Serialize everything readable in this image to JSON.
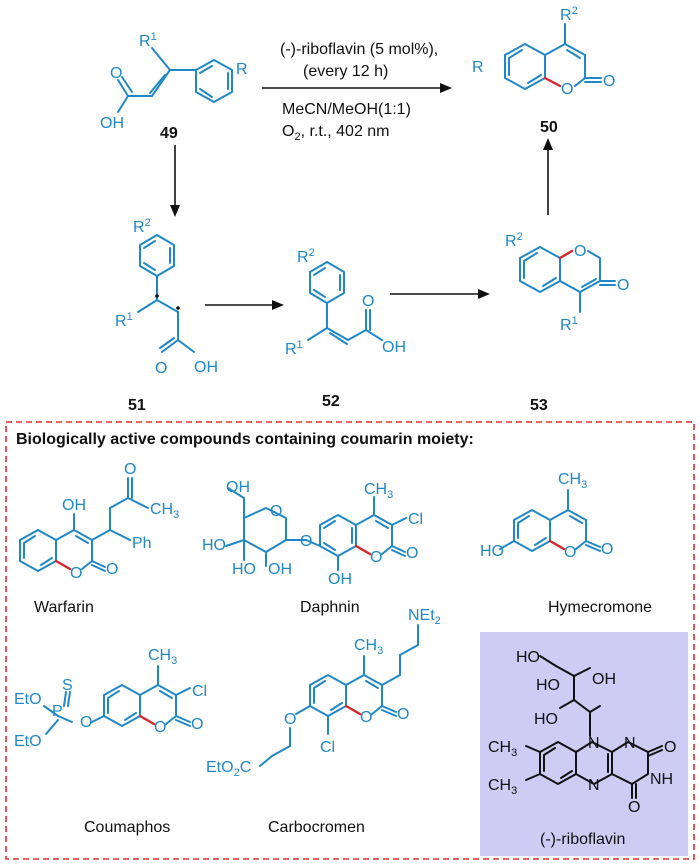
{
  "reaction": {
    "conditions_line1": "(-)-riboflavin (5 mol%),",
    "conditions_line2": "(every 12 h)",
    "conditions_line3": "MeCN/MeOH(1:1)",
    "conditions_line4_o": "O",
    "conditions_line4_sub": "2",
    "conditions_line4_rest": ", r.t., 402 nm"
  },
  "compounds": {
    "c49": "49",
    "c50": "50",
    "c51": "51",
    "c52": "52",
    "c53": "53"
  },
  "atoms": {
    "R": "R",
    "R1": "R",
    "R2": "R",
    "one": "1",
    "two": "2",
    "OH": "OH",
    "O": "O",
    "HO": "HO",
    "Ph": "Ph",
    "Cl": "Cl",
    "CH3": "CH",
    "three": "3",
    "S": "S",
    "P": "P",
    "EtO": "EtO",
    "NEt2": "NEt",
    "EtO2C": "EtO",
    "N": "N",
    "NH": "NH"
  },
  "box": {
    "title": "Biologically active compounds containing coumarin moiety:"
  },
  "examples": {
    "warfarin": "Warfarin",
    "daphnin": "Daphnin",
    "hymecromone": "Hymecromone",
    "coumaphos": "Coumaphos",
    "carbocromen": "Carbocromen",
    "riboflavin": "(-)-riboflavin"
  },
  "colors": {
    "structure": "#1f88c9",
    "bond_highlight": "#d6262b",
    "box_border": "#e0302f",
    "riboflavin_bg": "#ccccf5"
  }
}
